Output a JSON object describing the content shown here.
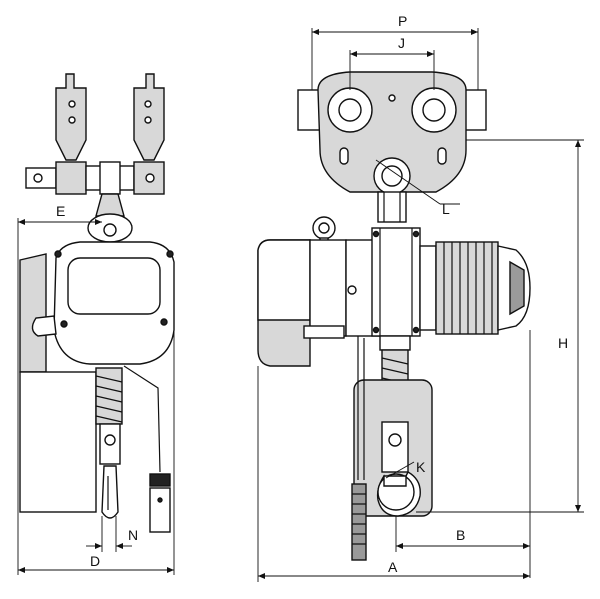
{
  "diagram": {
    "labels": {
      "P": "P",
      "J": "J",
      "E": "E",
      "L": "L",
      "H": "H",
      "K": "K",
      "B": "B",
      "N": "N",
      "D": "D",
      "A": "A"
    }
  }
}
